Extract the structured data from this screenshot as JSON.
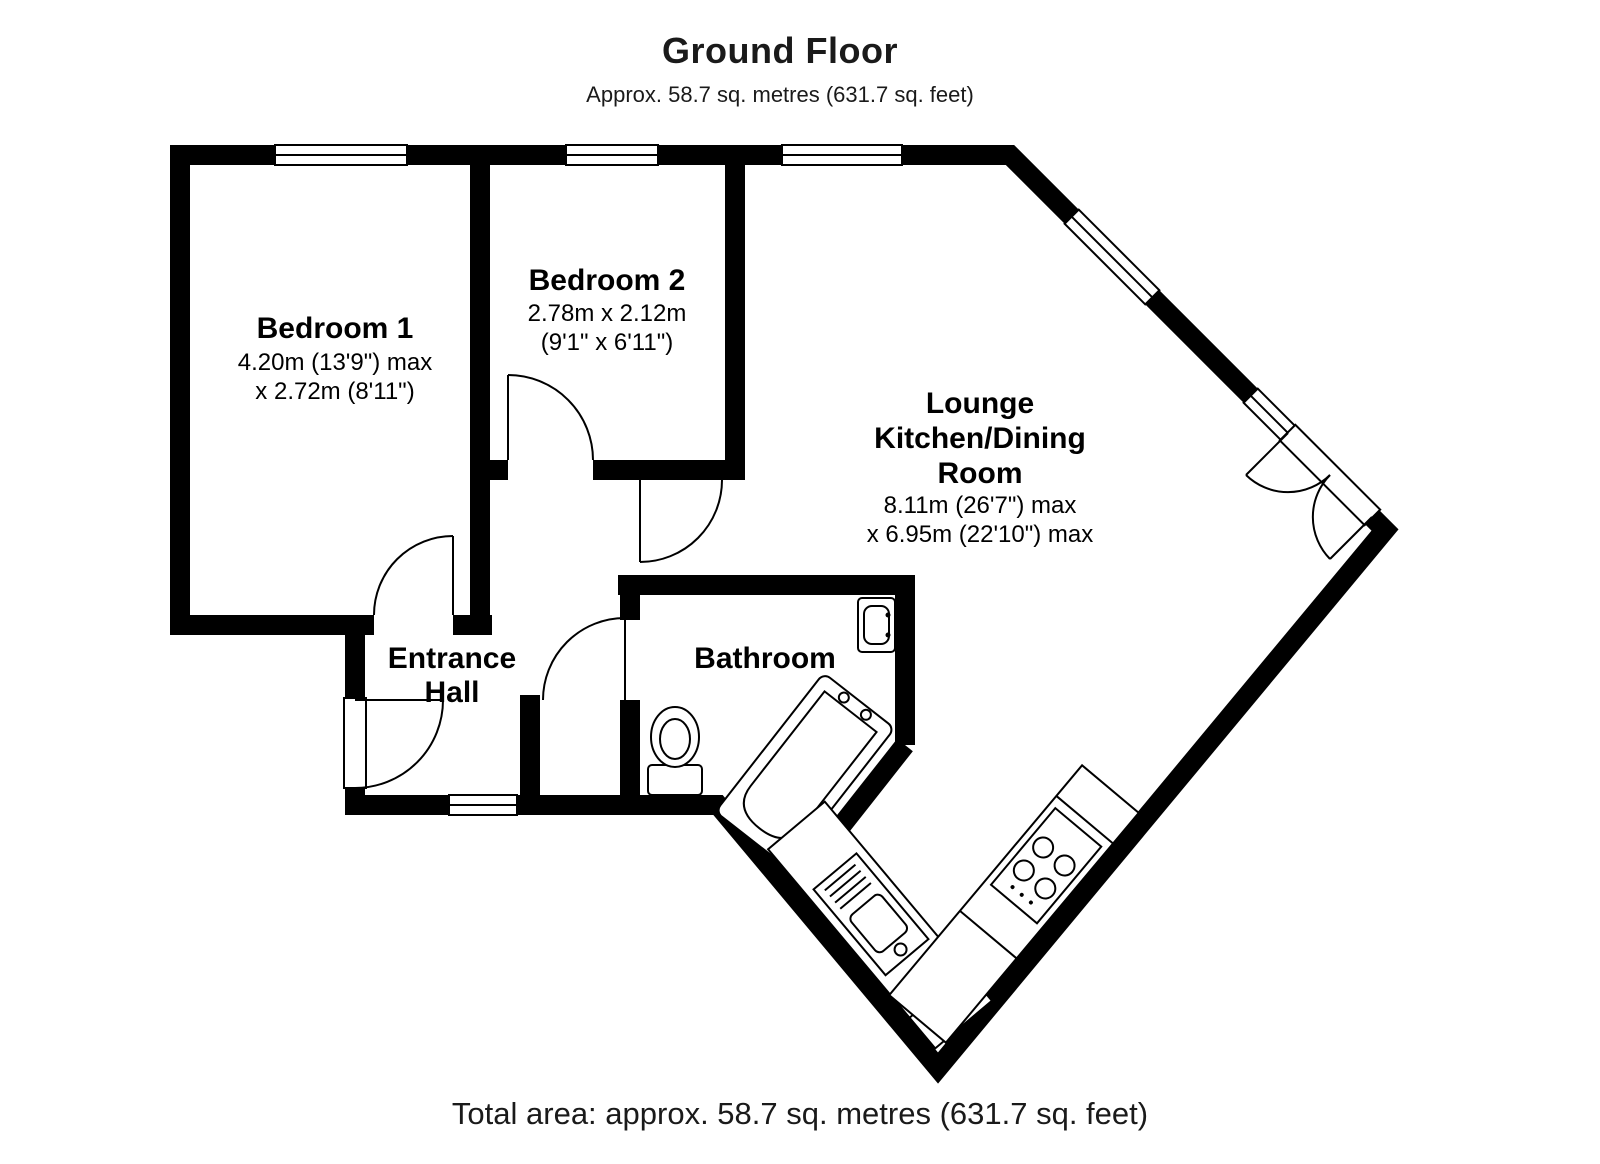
{
  "header": {
    "title": "Ground Floor",
    "subtitle": "Approx. 58.7 sq. metres (631.7 sq. feet)"
  },
  "footer": {
    "total": "Total area: approx. 58.7 sq. metres (631.7 sq. feet)"
  },
  "rooms": {
    "bedroom1": {
      "name": "Bedroom 1",
      "dim1": "4.20m (13'9\") max",
      "dim2": "x 2.72m (8'11\")"
    },
    "bedroom2": {
      "name": "Bedroom 2",
      "dim1": "2.78m x 2.12m",
      "dim2": "(9'1\" x 6'11\")"
    },
    "lounge": {
      "line1": "Lounge",
      "line2": "Kitchen/Dining",
      "line3": "Room",
      "dim1": "8.11m (26'7\") max",
      "dim2": "x 6.95m (22'10\") max"
    },
    "hall": {
      "line1": "Entrance",
      "line2": "Hall"
    },
    "bathroom": {
      "name": "Bathroom"
    }
  },
  "colors": {
    "wall": "#000000",
    "floor": "#ffffff"
  }
}
